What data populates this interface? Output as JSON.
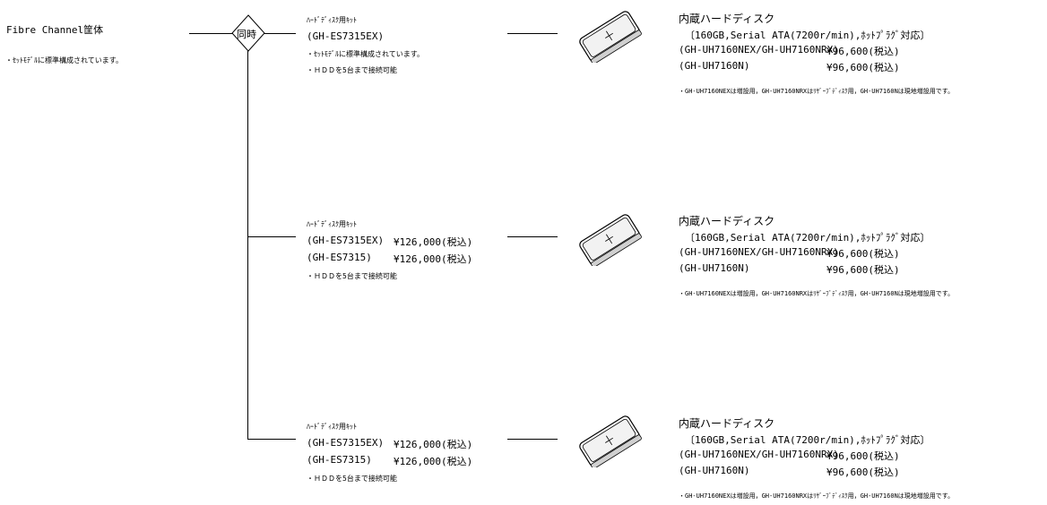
{
  "root": {
    "title": "Fibre Channel筐体",
    "note": "・ｾｯﾄﾓﾃﾞﾙに標準構成されています。"
  },
  "connector": {
    "label": "同時"
  },
  "kits": [
    {
      "title": "ﾊｰﾄﾞﾃﾞｨｽｸ用ｷｯﾄ",
      "lines": [
        {
          "model": "(GH-ES7315EX)",
          "price": ""
        }
      ],
      "notes": [
        "・ｾｯﾄﾓﾃﾞﾙに標準構成されています。",
        "・ＨＤＤを5台まで接続可能"
      ]
    },
    {
      "title": "ﾊｰﾄﾞﾃﾞｨｽｸ用ｷｯﾄ",
      "lines": [
        {
          "model": "(GH-ES7315EX)",
          "price": "¥126,000(税込)"
        },
        {
          "model": "(GH-ES7315)",
          "price": "¥126,000(税込)"
        }
      ],
      "notes": [
        "・ＨＤＤを5台まで接続可能"
      ]
    },
    {
      "title": "ﾊｰﾄﾞﾃﾞｨｽｸ用ｷｯﾄ",
      "lines": [
        {
          "model": "(GH-ES7315EX)",
          "price": "¥126,000(税込)"
        },
        {
          "model": "(GH-ES7315)",
          "price": "¥126,000(税込)"
        }
      ],
      "notes": [
        "・ＨＤＤを5台まで接続可能"
      ]
    }
  ],
  "disks": [
    {
      "title": "内蔵ハードディスク",
      "spec": "〔160GB,Serial ATA(7200r/min),ﾎｯﾄﾌﾟﾗｸﾞ対応〕",
      "lines": [
        {
          "model": "(GH-UH7160NEX/GH-UH7160NRX)",
          "price": "¥96,600(税込)"
        },
        {
          "model": "(GH-UH7160N)",
          "price": "¥96,600(税込)"
        }
      ],
      "note": "・GH-UH7160NEXは増設用，GH-UH7160NRXはﾘｻﾞｰﾌﾞﾃﾞｨｽｸ用，GH-UH7160Nは現地増設用です。"
    },
    {
      "title": "内蔵ハードディスク",
      "spec": "〔160GB,Serial ATA(7200r/min),ﾎｯﾄﾌﾟﾗｸﾞ対応〕",
      "lines": [
        {
          "model": "(GH-UH7160NEX/GH-UH7160NRX)",
          "price": "¥96,600(税込)"
        },
        {
          "model": "(GH-UH7160N)",
          "price": "¥96,600(税込)"
        }
      ],
      "note": "・GH-UH7160NEXは増設用，GH-UH7160NRXはﾘｻﾞｰﾌﾞﾃﾞｨｽｸ用，GH-UH7160Nは現地増設用です。"
    },
    {
      "title": "内蔵ハードディスク",
      "spec": "〔160GB,Serial ATA(7200r/min),ﾎｯﾄﾌﾟﾗｸﾞ対応〕",
      "lines": [
        {
          "model": "(GH-UH7160NEX/GH-UH7160NRX)",
          "price": "¥96,600(税込)"
        },
        {
          "model": "(GH-UH7160N)",
          "price": "¥96,600(税込)"
        }
      ],
      "note": "・GH-UH7160NEXは増設用，GH-UH7160NRXはﾘｻﾞｰﾌﾞﾃﾞｨｽｸ用，GH-UH7160Nは現地増設用です。"
    }
  ],
  "icons": {
    "disk": "hard-disk-icon"
  }
}
